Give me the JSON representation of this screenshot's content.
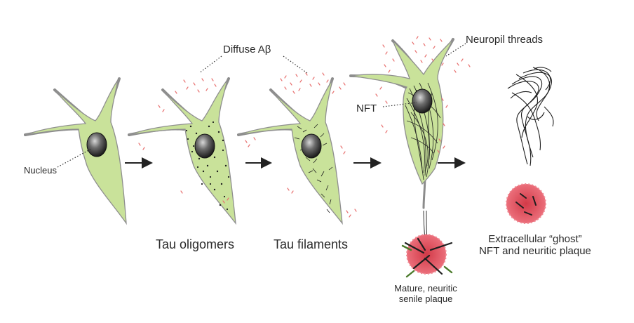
{
  "labels": {
    "diffuse_abeta": "Diffuse Aβ",
    "neuropil_threads": "Neuropil threads",
    "nucleus": "Nucleus",
    "nft": "NFT",
    "tau_oligomers": "Tau oligomers",
    "tau_filaments": "Tau filaments",
    "mature_plaque_line1": "Mature, neuritic",
    "mature_plaque_line2": "senile plaque",
    "ghost_line1": "Extracellular “ghost”",
    "ghost_line2": "NFT and neuritic plaque"
  },
  "stages": [
    {
      "id": "healthy-neuron"
    },
    {
      "id": "tau-oligomers-neuron"
    },
    {
      "id": "tau-filaments-neuron"
    },
    {
      "id": "nft-neuron"
    },
    {
      "id": "ghost-tangle"
    }
  ],
  "colors": {
    "cell_fill": "#c9e29a",
    "cell_outline": "#8f8f8f",
    "process": "#8c8c8c",
    "abeta_dash": "#e8706f",
    "plaque": "#e25560",
    "tangle": "#1e1e1e",
    "arrow": "#222222"
  }
}
